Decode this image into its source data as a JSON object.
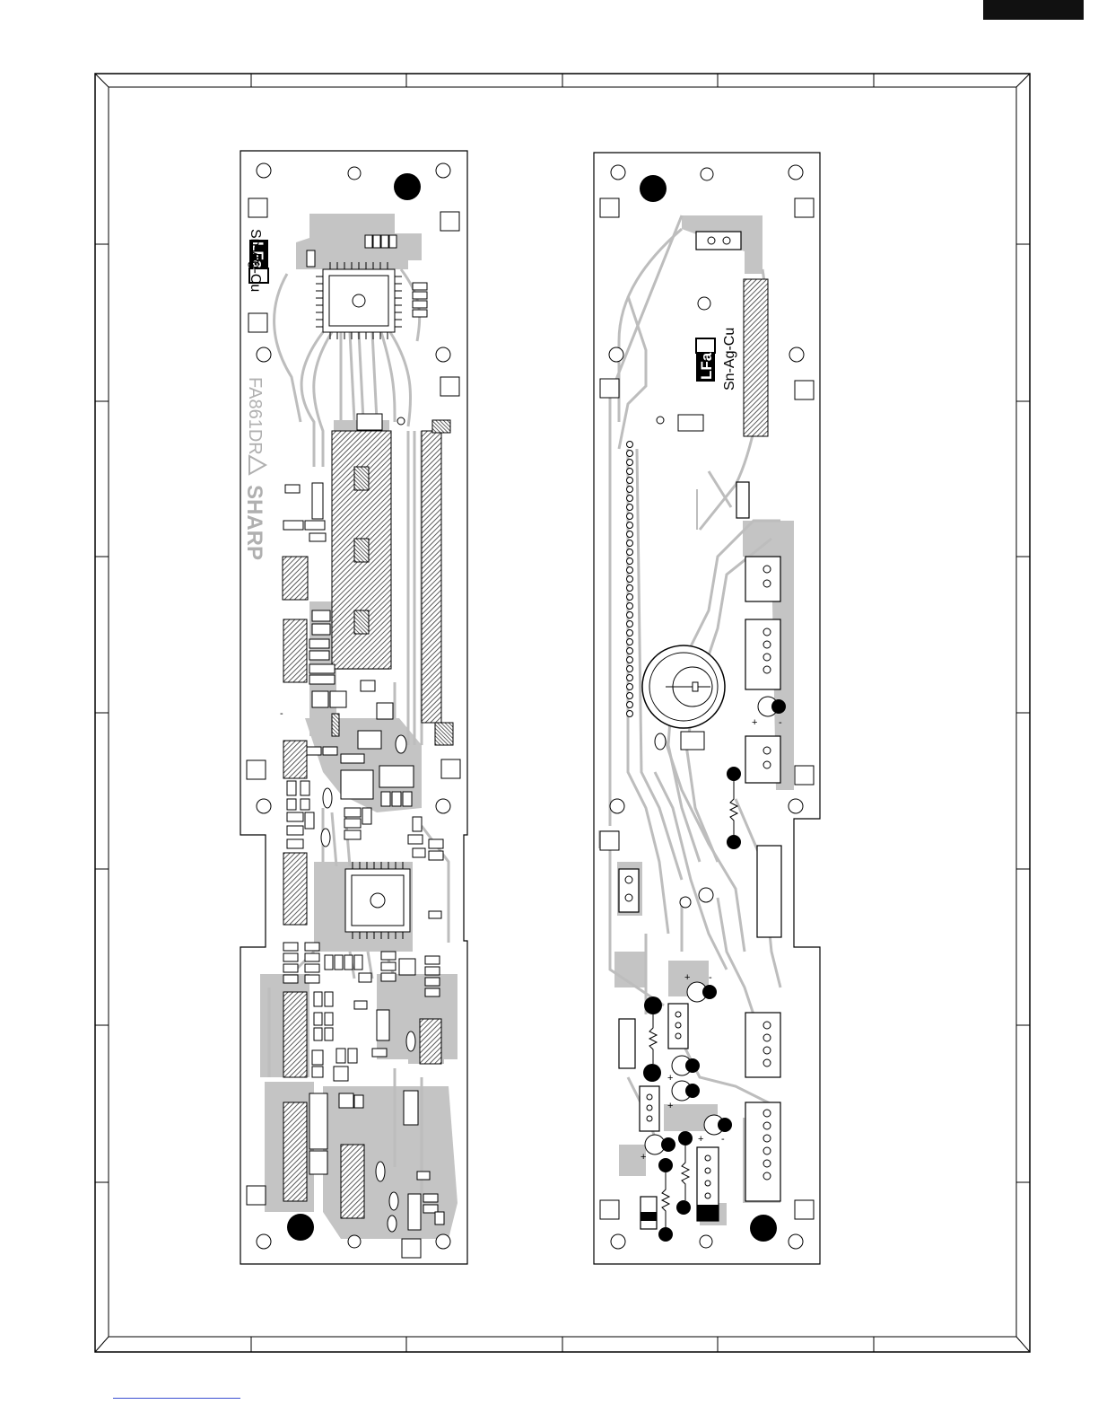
{
  "colors": {
    "copper": "#bdbdbd",
    "line": "#000000",
    "hatch": "#555555",
    "pad": "#000000"
  },
  "board_a": {
    "lead_free_mark": "LFa",
    "alloy": "Sn-Ag-Cu",
    "model": "FA861DR",
    "brand": "SHARP"
  },
  "board_b": {
    "lead_free_mark": "LFa",
    "alloy": "Sn-Ag-Cu"
  },
  "polarity": {
    "plus": "+",
    "minus": "-"
  }
}
